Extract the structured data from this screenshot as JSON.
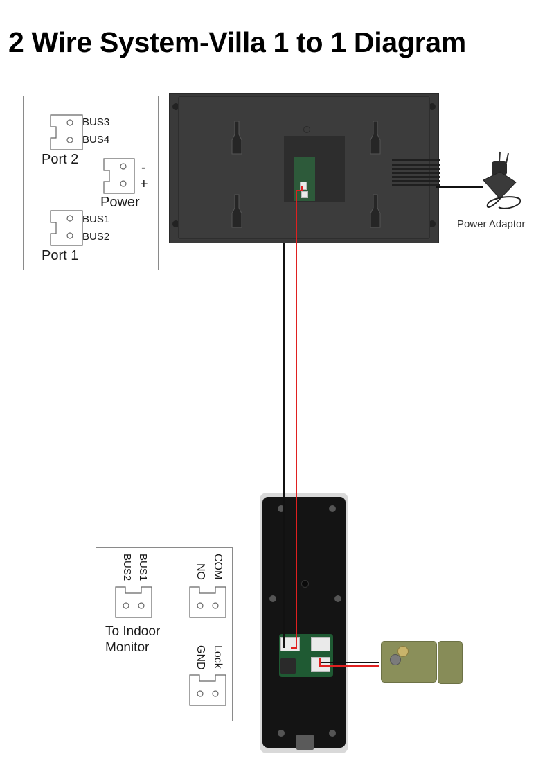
{
  "title": "2 Wire System-Villa 1 to 1 Diagram",
  "indoor_monitor_ports": {
    "port2": {
      "label": "Port 2",
      "pins": [
        "BUS3",
        "BUS4"
      ]
    },
    "power": {
      "label": "Power",
      "pins": [
        "-",
        "+"
      ]
    },
    "port1": {
      "label": "Port 1",
      "pins": [
        "BUS1",
        "BUS2"
      ]
    }
  },
  "power_adaptor": {
    "label": "Power Adaptor"
  },
  "outdoor_station_ports": {
    "bus": {
      "pins": [
        "BUS1",
        "BUS2"
      ],
      "caption_line1": "To Indoor",
      "caption_line2": "Monitor"
    },
    "relay": {
      "pins": [
        "COM",
        "NO"
      ]
    },
    "lock": {
      "pins": [
        "Lock",
        "GND"
      ]
    }
  },
  "wire_colors": {
    "red": "#e02020",
    "black": "#111111"
  },
  "components": {
    "indoor_monitor": "indoor-monitor",
    "outdoor_station": "outdoor-station",
    "electric_lock": "electric-lock"
  }
}
